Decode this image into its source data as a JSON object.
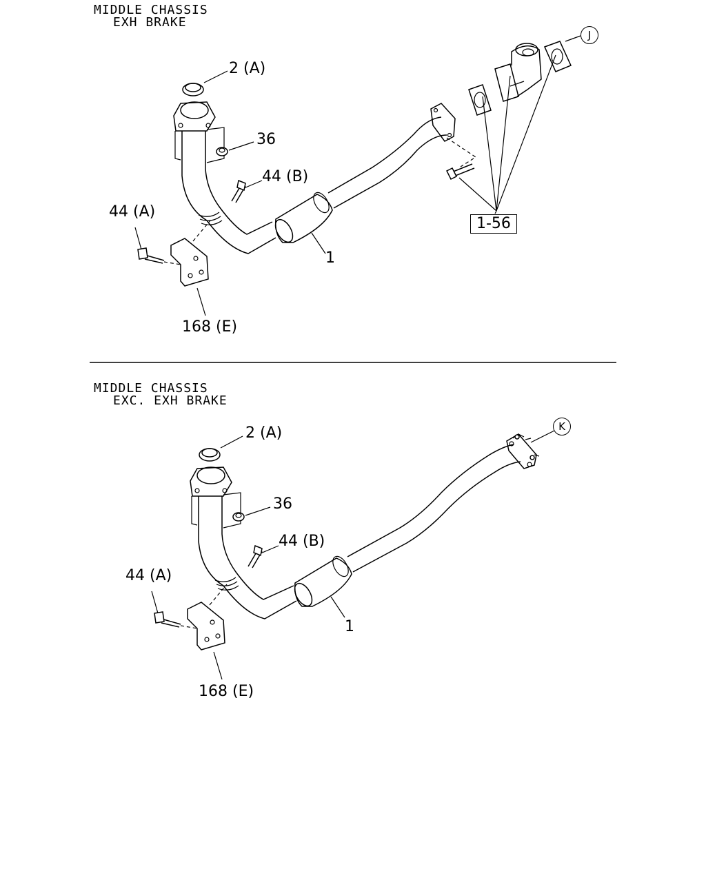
{
  "sections": [
    {
      "header_line1": "MIDDLE CHASSIS",
      "header_line2": "EXH BRAKE",
      "labels": {
        "seal": "2 (A)",
        "nut": "36",
        "bolt_b": "44 (B)",
        "bolt_a": "44 (A)",
        "bracket": "168 (E)",
        "pipe": "1",
        "ref_box": "1-56",
        "circle_ref": "J"
      }
    },
    {
      "header_line1": "MIDDLE CHASSIS",
      "header_line2": "EXC. EXH BRAKE",
      "labels": {
        "seal": "2 (A)",
        "nut": "36",
        "bolt_b": "44 (B)",
        "bolt_a": "44 (A)",
        "bracket": "168 (E)",
        "pipe": "1",
        "circle_ref": "K"
      }
    }
  ]
}
